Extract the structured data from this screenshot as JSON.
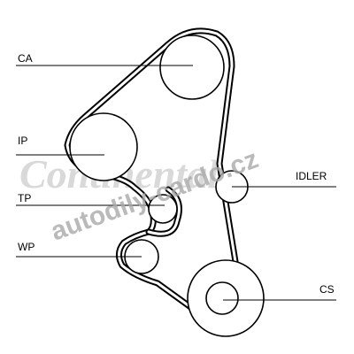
{
  "labels": {
    "ca": "CA",
    "ip": "IP",
    "tp": "TP",
    "wp": "WP",
    "idler": "IDLER",
    "cs": "CS"
  },
  "watermark": {
    "logo": "Continental",
    "url": "autodily-cardo.cz"
  },
  "colors": {
    "line": "#000000",
    "watermark": "#a9a9a9"
  }
}
